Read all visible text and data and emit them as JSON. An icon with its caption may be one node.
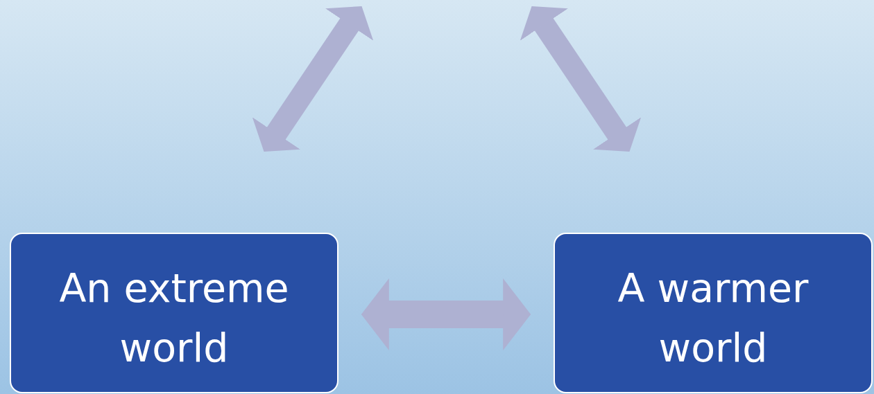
{
  "diagram": {
    "nodes": [
      {
        "text": [
          "An extreme world"
        ]
      },
      {
        "text": [
          "A warmer world"
        ]
      }
    ],
    "edges": [
      {
        "from": null,
        "to": 0,
        "arrow": "both"
      },
      {
        "from": null,
        "to": 1,
        "arrow": "both"
      },
      {
        "from": 0,
        "to": 1,
        "arrow": "both"
      }
    ]
  }
}
